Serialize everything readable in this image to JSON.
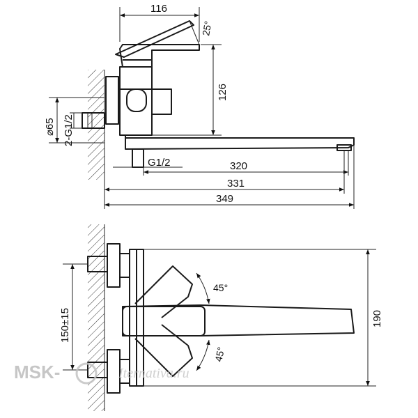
{
  "side_view": {
    "dim_top_width": "116",
    "dim_lever_angle": "25°",
    "dim_body_height": "126",
    "dim_diameter": "⌀65",
    "dim_inlet_thread": "2-G1/2",
    "dim_outlet_thread": "G1/2",
    "dim_spout_length": "320",
    "dim_spout_reach": "331",
    "dim_overall_length": "349"
  },
  "front_view": {
    "dim_center_distance": "150±15",
    "dim_height": "190",
    "dim_angle_up": "45°",
    "dim_angle_down": "45°"
  },
  "watermark": {
    "brand": "MSK-",
    "site": "Iternativa.ru"
  }
}
